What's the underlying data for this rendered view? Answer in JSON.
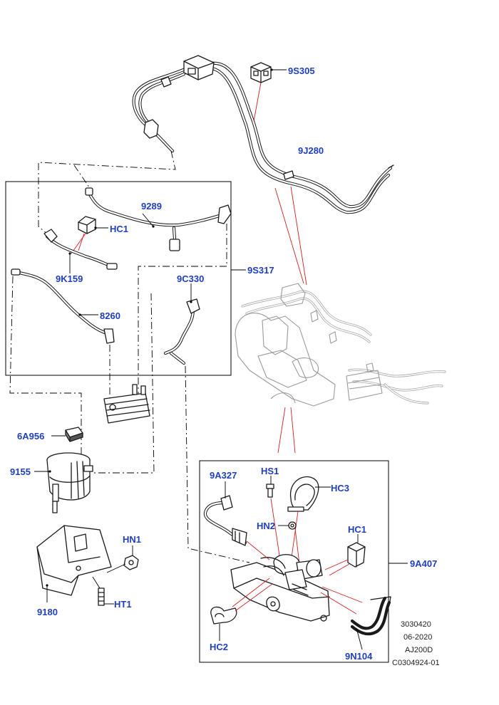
{
  "callouts": {
    "c_9s305": "9S305",
    "c_9j280": "9J280",
    "c_9289": "9289",
    "c_hc1_top": "HC1",
    "c_9k159": "9K159",
    "c_9s317": "9S317",
    "c_9c330": "9C330",
    "c_8260": "8260",
    "c_6a956": "6A956",
    "c_9155": "9155",
    "c_9a327": "9A327",
    "c_hs1": "HS1",
    "c_hc3": "HC3",
    "c_hn2": "HN2",
    "c_hc1_right": "HC1",
    "c_9a407": "9A407",
    "c_hn1": "HN1",
    "c_ht1": "HT1",
    "c_9180": "9180",
    "c_hc2": "HC2",
    "c_9n104": "9N104"
  },
  "reference": {
    "line1": "3030420",
    "line2": "06-2020",
    "line3": "AJ200D",
    "line4": "C0304924-01"
  },
  "colors": {
    "callout": "#1f3fbf",
    "leader_red": "#d21f1f",
    "line": "#1a1a1a",
    "ghost": "#9a9a9a"
  }
}
